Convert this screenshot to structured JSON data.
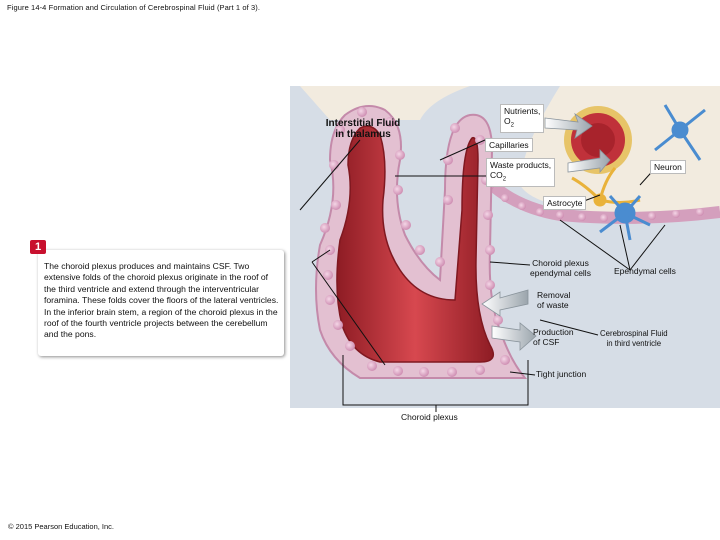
{
  "figure_title": "Figure 14-4 Formation and Circulation of Cerebrospinal Fluid (Part 1 of 3).",
  "copyright": "© 2015 Pearson Education, Inc.",
  "step": {
    "number": "1",
    "text": "The choroid plexus produces and maintains CSF. Two extensive folds of the choroid plexus originate in the roof of the third ventricle and extend through the interventricular foramina. These folds cover the floors of the lateral ventricles. In the inferior brain stem, a region of the choroid plexus in the roof of the fourth ventricle projects between the cerebellum and the pons."
  },
  "labels": {
    "interstitial_1": "Interstitial Fluid",
    "interstitial_2": "in thalamus",
    "nutrients_1": "Nutrients,",
    "nutrients_2": "O",
    "nutrients_sub": "2",
    "capillaries": "Capillaries",
    "waste_1": "Waste products,",
    "waste_2": "CO",
    "waste_sub": "2",
    "neuron": "Neuron",
    "astrocyte": "Astrocyte",
    "choroid_ependymal_1": "Choroid plexus",
    "choroid_ependymal_2": "ependymal cells",
    "ependymal_cells": "Ependymal cells",
    "removal_1": "Removal",
    "removal_2": "of waste",
    "production_1": "Production",
    "production_2": "of CSF",
    "csf_1": "Cerebrospinal Fluid",
    "csf_2": "in third ventricle",
    "tight_junction": "Tight junction",
    "choroid_plexus": "Choroid plexus"
  },
  "colors": {
    "csf_background": "#d6dde6",
    "blood_vessel": "#c0313a",
    "ependymal_cell": "#e5b7cf",
    "neuron": "#4a8cd0",
    "astrocyte": "#e9b23a",
    "step_badge": "#c8102e"
  }
}
